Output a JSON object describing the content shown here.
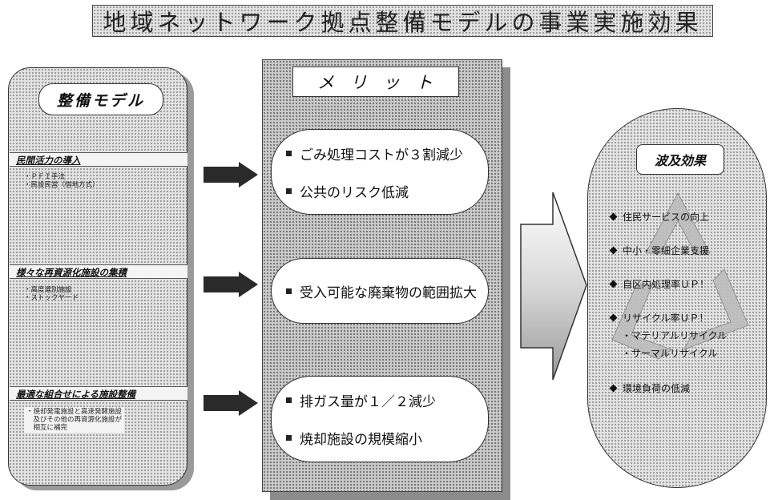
{
  "title": "地域ネットワーク拠点整備モデルの事業実施効果",
  "model_panel": {
    "title": "整備モデル",
    "sections": [
      {
        "heading": "民間活力の導入",
        "items": [
          "・ＰＦＩ手法",
          "・民設民営（借地方式）"
        ]
      },
      {
        "heading": "様々な再資源化施設の集積",
        "items": [
          "・高度選別施設",
          "・ストックヤード"
        ]
      },
      {
        "heading": "最適な組合せによる施設整備",
        "items": [
          "・焼却発電施設と高速発酵施設",
          "　及びその他の再資源化施設が",
          "　相互に補完"
        ]
      }
    ]
  },
  "merit_panel": {
    "title": "メリット",
    "groups": [
      [
        "ごみ処理コストが３割減少",
        "公共のリスク低減"
      ],
      [
        "受入可能な廃棄物の範囲拡大"
      ],
      [
        "排ガス量が１／２減少",
        "焼却施設の規模縮小"
      ]
    ]
  },
  "ripple_panel": {
    "title": "波及効果",
    "items": [
      "住民サービスの向上",
      "中小・零細企業支援",
      "自区内処理率ＵＰ！",
      "リサイクル率ＵＰ！"
    ],
    "subitems": [
      "・マテリアルリサイクル",
      "・サーマルリサイクル"
    ],
    "last_item": "環境負荷の低減"
  }
}
